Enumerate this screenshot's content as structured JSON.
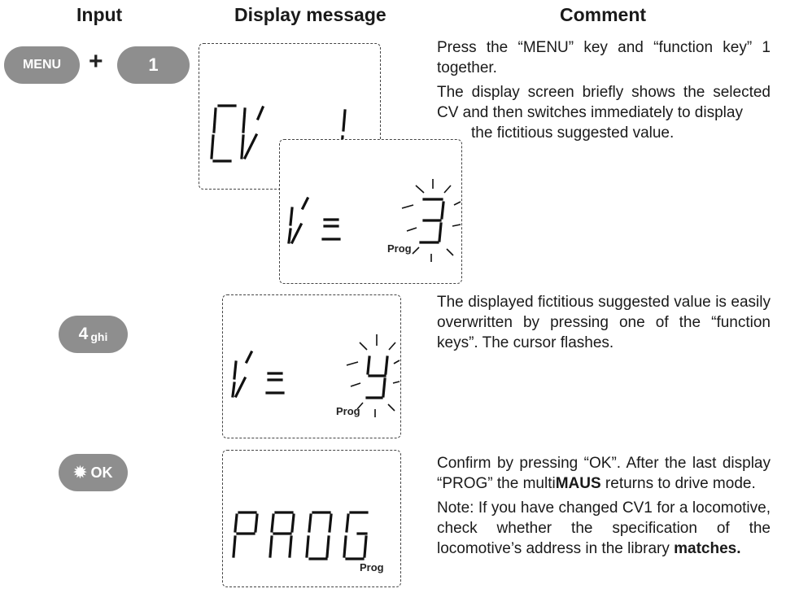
{
  "headers": {
    "input": "Input",
    "display": "Display message",
    "comment": "Comment"
  },
  "keys": {
    "menu": "MENU",
    "plus": "+",
    "one": "1",
    "four": "4",
    "four_sub": "ghi",
    "ok": "OK"
  },
  "lcd": {
    "prog": "Prog"
  },
  "comments": {
    "step1_p1": "Press the “MENU” key and “function key” 1 together.",
    "step1_p2": "The display screen briefly shows the selected CV and then switches immediately to display",
    "step1_p3": "the fictitious suggested value.",
    "step2_p1": "The displayed fictitious suggested value is easily overwritten by pressing one of the “function keys”. The cursor flashes.",
    "step3_p1a": "Confirm by pressing “OK”. After the last display “PROG” the multi",
    "step3_p1b": "MAUS",
    "step3_p1c": " returns to drive mode.",
    "step3_p2a": "Note: If you have changed CV1 for a locomotive, check whether the specification of the locomotive’s address in the library ",
    "step3_p2b": "matches."
  }
}
